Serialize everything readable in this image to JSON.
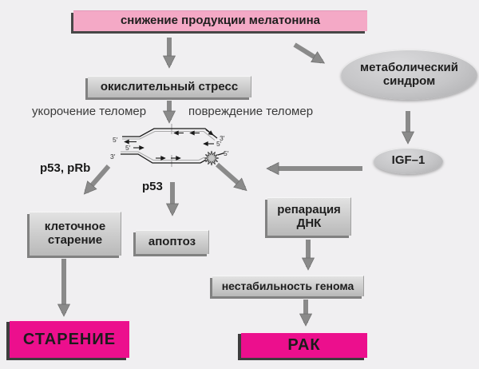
{
  "title": "снижение продукции мелатонина",
  "colors": {
    "background": "#f0eff1",
    "pink_box": "#f4a9c6",
    "magenta_box": "#ec0f8d",
    "gray_box": "#c9c9c9",
    "arrow": "#8a8a8a",
    "text": "#1e1e1e"
  },
  "nodes": {
    "melatonin": {
      "label": "снижение продукции мелатонина"
    },
    "oxidative_stress": {
      "label": "окислительный стресс"
    },
    "metabolic_syndrome": {
      "line1": "метаболический",
      "line2": "синдром"
    },
    "igf1": {
      "label": "IGF–1"
    },
    "telomere_shortening": {
      "label": "укорочение теломер"
    },
    "telomere_damage": {
      "label": "повреждение теломер"
    },
    "p53_prb": {
      "label": "p53, pRb"
    },
    "p53": {
      "label": "p53"
    },
    "cell_senescence": {
      "line1": "клеточное",
      "line2": "старение"
    },
    "apoptosis": {
      "label": "апоптоз"
    },
    "dna_repair": {
      "line1": "репарация",
      "line2": "ДНК"
    },
    "genome_instability": {
      "label": "нестабильность генома"
    },
    "aging": {
      "label": "СТАРЕНИЕ"
    },
    "cancer": {
      "label": "РАК"
    }
  },
  "dna": {
    "left_top": "5′",
    "left_bottom": "3′",
    "left_inner": "5′",
    "right_top": "3′",
    "right_inner": "5′",
    "right_burst": "5′"
  }
}
